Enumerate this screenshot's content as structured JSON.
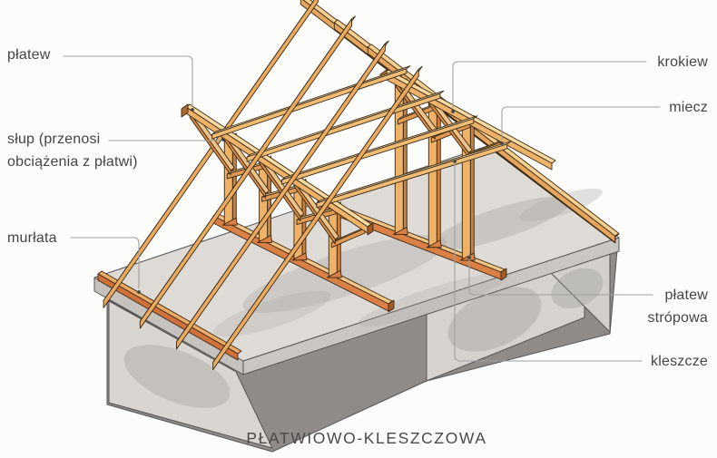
{
  "title": "PŁATWIOWO-KLESZCZOWA",
  "labels": {
    "platew": "płatew",
    "slup": {
      "line1": "słup (przenosi",
      "line2": "obciążenia z płatwi)"
    },
    "murlata": "murłata",
    "krokiew": "krokiew",
    "miecz": "miecz",
    "platew_stropowa": {
      "line1": "płatew",
      "line2": "strópowa"
    },
    "kleszcze": "kleszcze"
  },
  "colors": {
    "wood_face": "#eeb268",
    "wood_top": "#f7d9a2",
    "wood_dark": "#c97f3e",
    "wood_red": "#d0703a",
    "wood_orange": "#db8045",
    "wood_orange_top": "#f4c685",
    "rafter_face": "#e6a55c",
    "rafter_top": "#f4d193",
    "collar_face": "#f0bc74",
    "collar_top": "#f9e0ac",
    "concrete_light": "#dedbd7",
    "concrete_mid": "#cac7c3",
    "concrete_dark": "#c6c3bf",
    "wall_face": "#d9d6d2",
    "under_shadow": "#8f8c88",
    "outline_wood": "#3a2a16",
    "outline_grey": "#555555",
    "leader": "#a0a0a0",
    "dot": "#454442",
    "label_text": "#454442",
    "background": "#fcfcfb"
  }
}
